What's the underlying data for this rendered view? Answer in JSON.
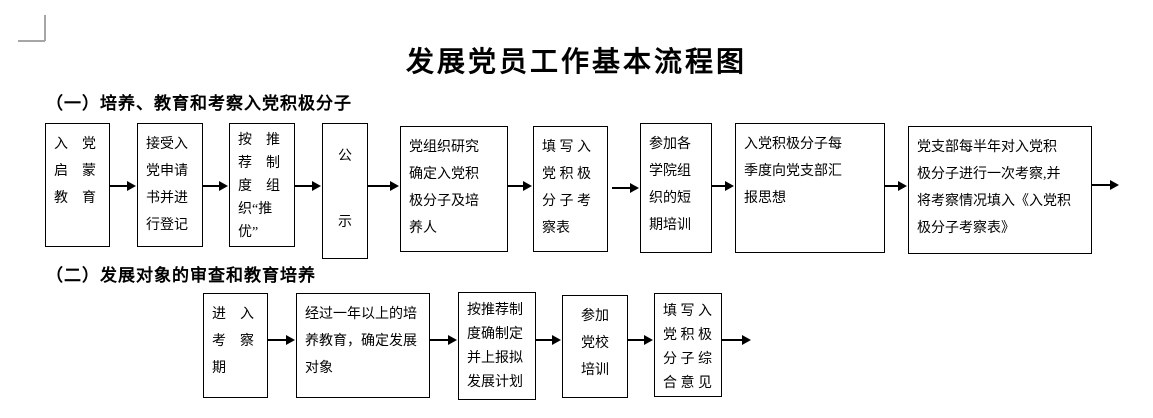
{
  "page": {
    "title": "发展党员工作基本流程图"
  },
  "colors": {
    "line": "#000000",
    "margin_mark": "#a6a6a6",
    "background": "#ffffff"
  },
  "sections": [
    {
      "heading": "（一）培养、教育和考察入党积极分子",
      "boxes": [
        {
          "text": "入　党\n启　蒙\n教　育"
        },
        {
          "text": "接受入\n党申请\n书并进\n行登记"
        },
        {
          "text": "按　推\n荐　制\n度　组\n织“推\n优”"
        },
        {
          "text": "公\n示"
        },
        {
          "text": "党组织研究\n确定入党积\n极分子及培\n养人"
        },
        {
          "text": "填 写 入\n党 积 极\n分 子 考\n察表"
        },
        {
          "text": "参加各\n学院组\n织的短\n期培训"
        },
        {
          "text": "入党积极分子每\n季度向党支部汇\n报思想"
        },
        {
          "text": "党支部每半年对入党积\n极分子进行一次考察,并\n将考察情况填入《入党积\n极分子考察表》"
        }
      ]
    },
    {
      "heading": "（二）发展对象的审查和教育培养",
      "boxes": [
        {
          "text": "进　入\n考　察\n期"
        },
        {
          "text": "经过一年以上的培\n养教育，确定发展\n对象"
        },
        {
          "text": "按推荐制\n度确制定\n并上报拟\n发展计划"
        },
        {
          "text": "参加\n党校\n培训"
        },
        {
          "text": "填 写 入\n党 积 极\n分 子 综\n合 意 见"
        }
      ]
    }
  ]
}
